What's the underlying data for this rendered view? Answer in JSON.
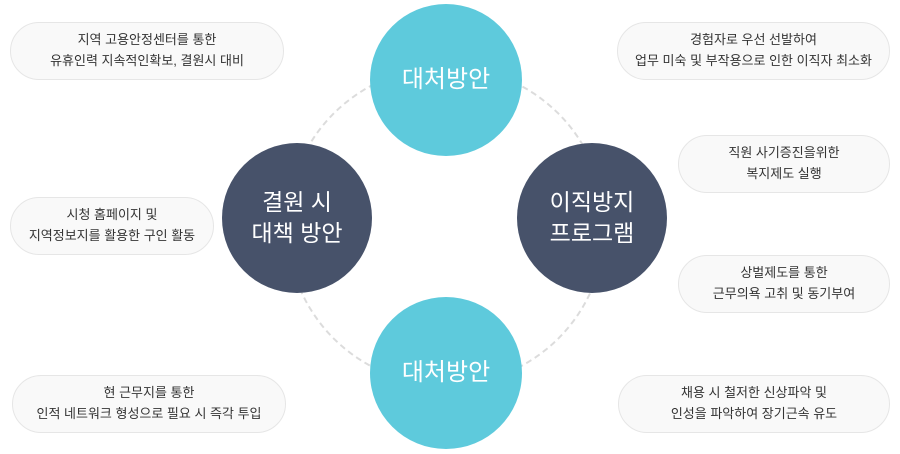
{
  "colors": {
    "teal": "#5ecadc",
    "navy": "#47526a",
    "pill_bg": "#f9f9f9"
  },
  "circles": {
    "top": "대처방안",
    "bottom": "대처방안",
    "left": "결원 시\n대책 방안",
    "right": "이직방지\n프로그램"
  },
  "notes": {
    "top_left": [
      "지역 고용안정센터를 통한",
      "유휴인력 지속적인확보, 결원시 대비"
    ],
    "mid_left": [
      "시청 홈페이지 및",
      "지역정보지를 활용한 구인 활동"
    ],
    "bottom_left": [
      "현 근무지를 통한",
      "인적 네트워크 형성으로 필요 시 즉각 투입"
    ],
    "top_right": [
      "경험자로 우선 선발하여",
      "업무 미숙 및 부작용으로 인한 이직자 최소화"
    ],
    "right_2": [
      "직원 사기증진을위한",
      "복지제도 실행"
    ],
    "right_3": [
      "상벌제도를 통한",
      "근무의욕 고취 및 동기부여"
    ],
    "bottom_right": [
      "채용 시 철저한 신상파악 및",
      "인성을 파악하여 장기근속 유도"
    ]
  }
}
